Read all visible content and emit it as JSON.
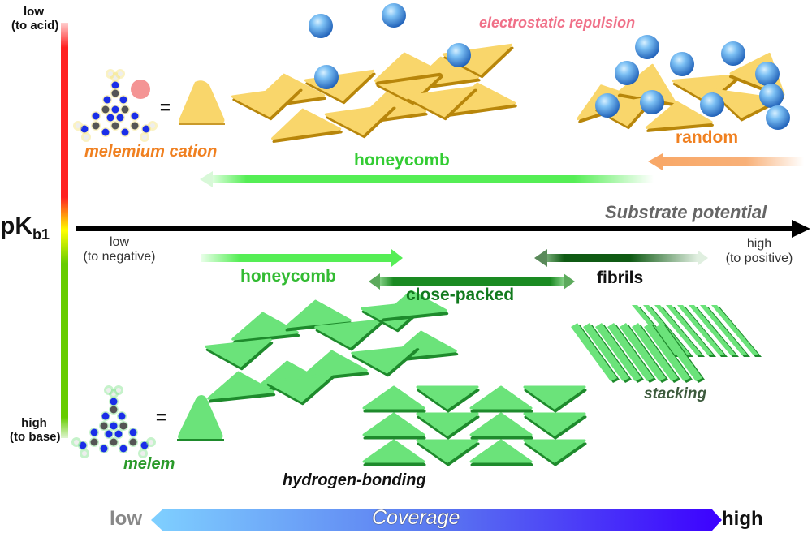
{
  "diagram": {
    "y_axis": {
      "label": "pK",
      "label_sub": "b1",
      "top_label_line1": "low",
      "top_label_line2": "(to acid)",
      "bottom_label_line1": "high",
      "bottom_label_line2": "(to base)",
      "gradient_colors": [
        "#ff2020",
        "#ff2020",
        "#ffff00",
        "#66cc00",
        "#66cc00"
      ]
    },
    "x_axis": {
      "title": "Substrate potential",
      "left_label_line1": "low",
      "left_label_line2": "(to negative)",
      "right_label_line1": "high",
      "right_label_line2": "(to positive)"
    },
    "molecules": {
      "cation_label": "melemium cation",
      "neutral_label": "melem",
      "equals": "="
    },
    "upper_phases": {
      "annotation": "electrostatic repulsion",
      "honeycomb_label": "honeycomb",
      "random_label": "random"
    },
    "lower_phases": {
      "honeycomb_label": "honeycomb",
      "close_packed_label": "close-packed",
      "fibrils_label": "fibrils",
      "hydrogen_bonding_label": "hydrogen-bonding",
      "stacking_label": "stacking"
    },
    "coverage": {
      "title": "Coverage",
      "low_label": "low",
      "high_label": "high",
      "gradient_colors": [
        "#7fd0ff",
        "#3c00ff"
      ]
    },
    "colors": {
      "yellow_tile": "#f9d66b",
      "yellow_tile_edge": "#b8860b",
      "green_tile": "#6be37a",
      "green_tile_edge": "#1e8a2c",
      "sphere": "#5aa8e8",
      "orange_text": "#f08020",
      "pink_text": "#f07088",
      "light_green_text": "#3cc83c",
      "dark_green_text": "#127a1e",
      "light_green_arrow": "#55ee55",
      "dark_green_arrow": "#1a8a22",
      "fibril_arrow": "#0f5a14",
      "orange_arrow": "#f8b078"
    }
  }
}
